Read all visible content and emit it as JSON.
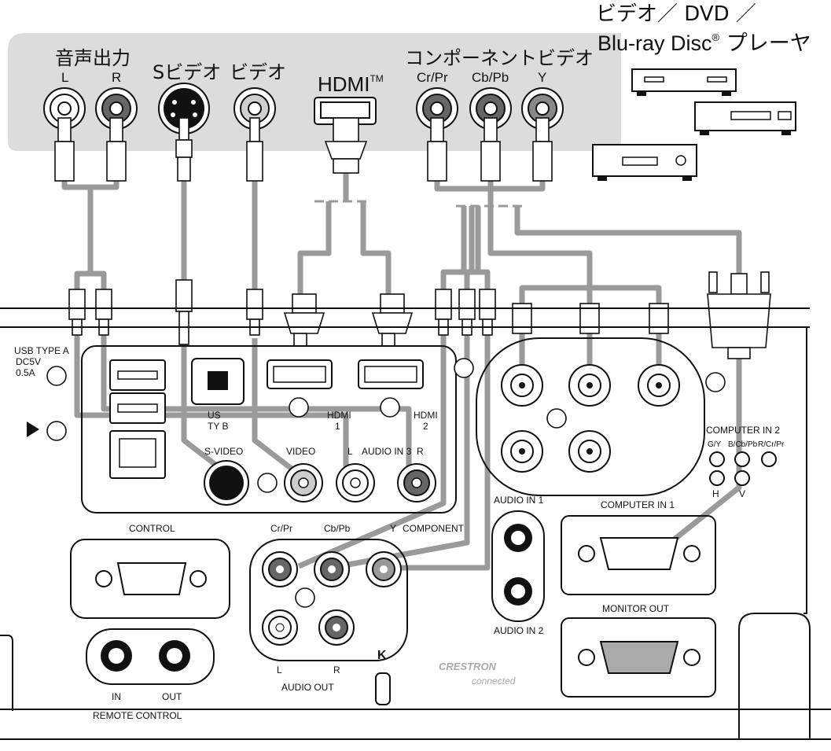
{
  "header": {
    "device_line1": "ビデオ／ DVD ／",
    "device_line2": "Blu-ray Disc",
    "device_reg": "®",
    "device_line2b": " プレーヤ"
  },
  "source_labels": {
    "audio_out": "音声出力",
    "audio_l": "L",
    "audio_r": "R",
    "s_video": "Sビデオ",
    "video": "ビデオ",
    "hdmi": "HDMI",
    "hdmi_tm": "TM",
    "component": "コンポーネントビデオ",
    "cr_pr": "Cr/Pr",
    "cb_pb": "Cb/Pb",
    "y": "Y"
  },
  "panel_labels": {
    "usb_type_a": "USB TYPE A",
    "dc5v": "DC5V",
    "amp": "0.5A",
    "usb_type_b_1": "US",
    "usb_type_b_2": "TY   B",
    "hdmi1_a": "HDMI",
    "hdmi1_b": "1",
    "hdmi2_a": "HDMI",
    "hdmi2_b": "2",
    "s_video": "S-VIDEO",
    "video": "VIDEO",
    "audio_in3_l": "L",
    "audio_in3": "AUDIO IN 3",
    "audio_in3_r": "R",
    "computer_in2": "COMPUTER IN 2",
    "gy": "G/Y",
    "bcbpb": "B/Cb/Pb",
    "rcrpr": "R/Cr/Pr",
    "h": "H",
    "v": "V",
    "control": "CONTROL",
    "comp_cr": "Cr/Pr",
    "comp_cb": "Cb/Pb",
    "comp_y": "Y",
    "component": "COMPONENT",
    "audio_in1": "AUDIO IN 1",
    "audio_in2": "AUDIO IN 2",
    "computer_in1": "COMPUTER IN 1",
    "monitor_out": "MONITOR OUT",
    "audio_out_l": "L",
    "audio_out_r": "R",
    "audio_out": "AUDIO OUT",
    "remote_in": "IN",
    "remote_out": "OUT",
    "remote_control": "REMOTE CONTROL",
    "crestron": "CRESTRON",
    "connected": "connected",
    "lock_k": "K"
  }
}
